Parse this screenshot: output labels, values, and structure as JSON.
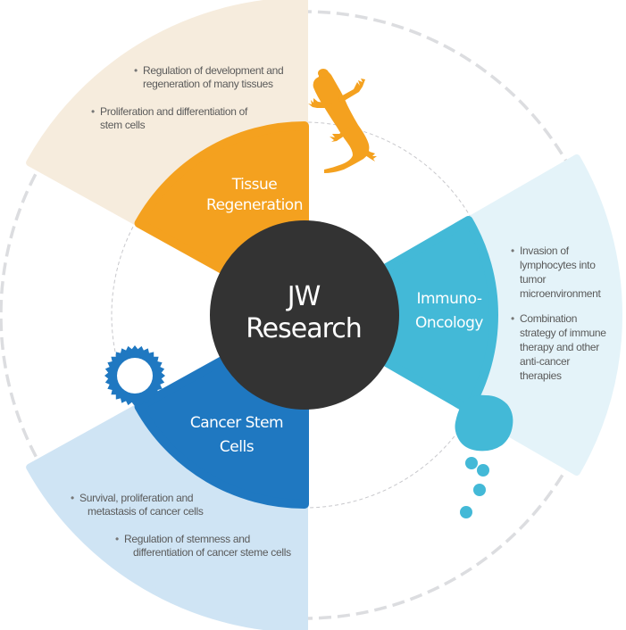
{
  "center": {
    "line1": "JW",
    "line2": "Research",
    "color": "#333333"
  },
  "sections": [
    {
      "id": "tissue-regeneration",
      "title_line1": "Tissue",
      "title_line2": "Regeneration",
      "color": "#f4a11f",
      "light_color": "#f6ecdd",
      "icon": "gecko-icon",
      "bullets": [
        {
          "line1": "Regulation of development and",
          "line2": "regeneration of many tissues"
        },
        {
          "line1": "Proliferation and differentiation of",
          "line2": "stem cells"
        }
      ]
    },
    {
      "id": "immuno-oncology",
      "title_line1": "Immuno-",
      "title_line2": "Oncology",
      "color": "#43b9d7",
      "light_color": "#e4f3f9",
      "icon": "immune-cell-icon",
      "bullets": [
        {
          "lines": [
            "Invasion of",
            "lymphocytes into",
            "tumor",
            "microenvironment"
          ]
        },
        {
          "lines": [
            "Combination",
            "strategy of immune",
            "therapy and other",
            "anti-cancer",
            "therapies"
          ]
        }
      ]
    },
    {
      "id": "cancer-stem-cells",
      "title_line1": "Cancer Stem",
      "title_line2": "Cells",
      "color": "#1f78c1",
      "light_color": "#cfe4f4",
      "icon": "cancer-cell-icon",
      "bullets": [
        {
          "line1": "Survival, proliferation and",
          "line2": "metastasis of cancer cells"
        },
        {
          "line1": "Regulation of stemness and",
          "line2": "differentiation of cancer steme cells"
        }
      ]
    }
  ],
  "bullet_glyph": "•"
}
